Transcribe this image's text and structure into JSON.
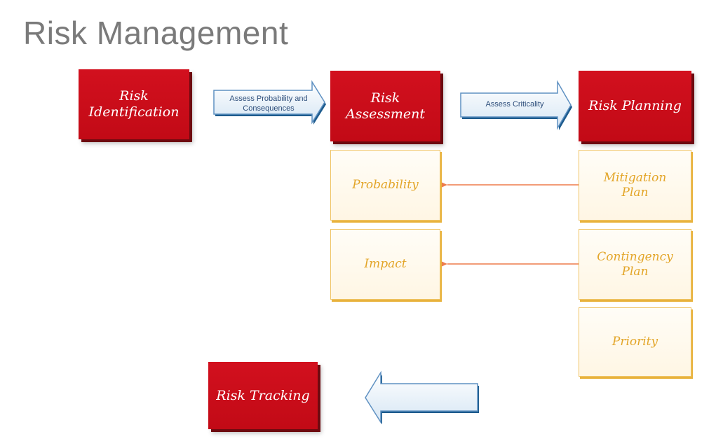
{
  "title": "Risk Management",
  "nodes": {
    "risk_identification": "Risk\nIdentification",
    "risk_assessment": "Risk\nAssessment",
    "risk_planning": "Risk Planning",
    "probability": "Probability",
    "impact": "Impact",
    "mitigation_plan": "Mitigation\nPlan",
    "contingency_plan": "Contingency\nPlan",
    "priority": "Priority",
    "risk_tracking": "Risk Tracking"
  },
  "arrows": {
    "assess_probability": "Assess Probability and\nConsequences",
    "assess_criticality": "Assess Criticality"
  },
  "colors": {
    "red_box": "#c8101c",
    "yellow_text": "#e3a528",
    "yellow_border": "#f0c466",
    "connector": "#ee7c4c",
    "arrow_outline": "#5f91c2"
  }
}
